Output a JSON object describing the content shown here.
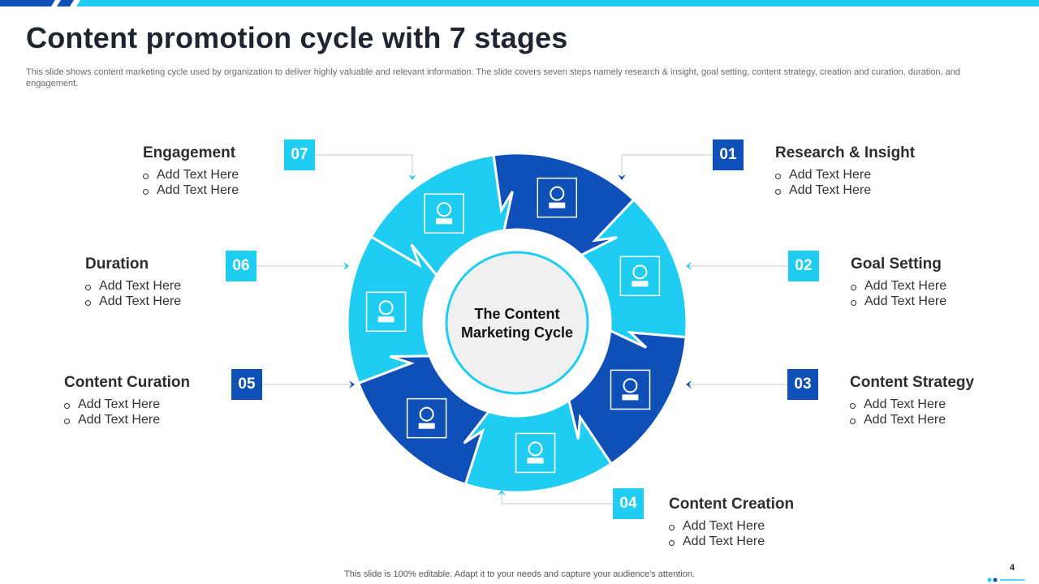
{
  "header": {
    "title": "Content promotion cycle with 7 stages",
    "subtitle": "This slide shows content marketing cycle used by organization to deliver highly valuable and relevant information. The slide covers seven steps namely research & insight, goal setting, content strategy, creation and curation, duration, and engagement."
  },
  "center": {
    "line1": "The Content",
    "line2": "Marketing Cycle"
  },
  "colors": {
    "dark": "#0f4fb8",
    "light": "#1fcdf3",
    "text": "#2d2d2d"
  },
  "stages": [
    {
      "num": "01",
      "title": "Research & Insight",
      "items": [
        "Add Text Here",
        "Add Text Here"
      ],
      "icon": "research-monitor-icon",
      "tone": "dark"
    },
    {
      "num": "02",
      "title": "Goal Setting",
      "items": [
        "Add Text Here",
        "Add Text Here"
      ],
      "icon": "goal-person-icon",
      "tone": "light"
    },
    {
      "num": "03",
      "title": "Content Strategy",
      "items": [
        "Add Text Here",
        "Add Text Here"
      ],
      "icon": "chess-strategy-icon",
      "tone": "dark"
    },
    {
      "num": "04",
      "title": "Content Creation",
      "items": [
        "Add Text Here",
        "Add Text Here"
      ],
      "icon": "content-creation-icon",
      "tone": "light"
    },
    {
      "num": "05",
      "title": "Content Curation",
      "items": [
        "Add Text Here",
        "Add Text Here"
      ],
      "icon": "document-list-icon",
      "tone": "dark"
    },
    {
      "num": "06",
      "title": "Duration",
      "items": [
        "Add Text Here",
        "Add Text Here"
      ],
      "icon": "clock-icon",
      "tone": "light"
    },
    {
      "num": "07",
      "title": "Engagement",
      "items": [
        "Add Text Here",
        "Add Text Here"
      ],
      "icon": "users-exchange-icon",
      "tone": "light"
    }
  ],
  "footer": {
    "note": "This slide is 100% editable. Adapt it to your needs and capture your audience's attention.",
    "page": "4"
  }
}
